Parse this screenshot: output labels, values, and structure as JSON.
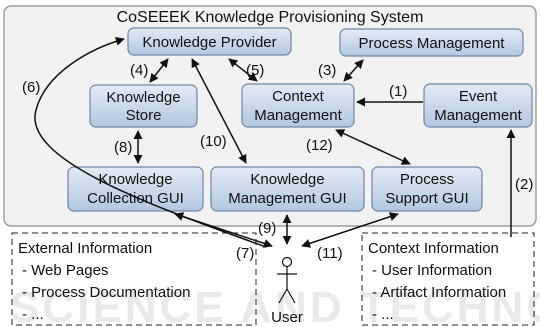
{
  "system_title": "CoSEEEK Knowledge Provisioning System",
  "components": {
    "knowledge_provider": "Knowledge Provider",
    "process_management": "Process Management",
    "knowledge_store": [
      "Knowledge",
      "Store"
    ],
    "context_management": [
      "Context",
      "Management"
    ],
    "event_management": [
      "Event",
      "Management"
    ],
    "knowledge_collection_gui": [
      "Knowledge",
      "Collection GUI"
    ],
    "knowledge_management_gui": [
      "Knowledge",
      "Management GUI"
    ],
    "process_support_gui": [
      "Process",
      "Support GUI"
    ]
  },
  "step_labels": {
    "s1": "(1)",
    "s2": "(2)",
    "s3": "(3)",
    "s4": "(4)",
    "s5": "(5)",
    "s6": "(6)",
    "s7": "(7)",
    "s8": "(8)",
    "s9": "(9)",
    "s10": "(10)",
    "s11": "(11)",
    "s12": "(12)"
  },
  "external_information": {
    "title": "External Information",
    "items": [
      "- Web Pages",
      "- Process Documentation",
      "- ..."
    ]
  },
  "context_information": {
    "title": "Context Information",
    "items": [
      "- User Information",
      "- Artifact Information",
      "- ..."
    ]
  },
  "user_label": "User",
  "watermark": "SCIENCE AND TECHNOLOGY",
  "colors": {
    "box_fill_top": "#dde6f2",
    "box_fill_bottom": "#b4c8e0",
    "box_stroke": "#6d87a8",
    "system_fill": "#f2f2f2",
    "system_stroke": "#8a8a8a",
    "arrow": "#111111"
  }
}
